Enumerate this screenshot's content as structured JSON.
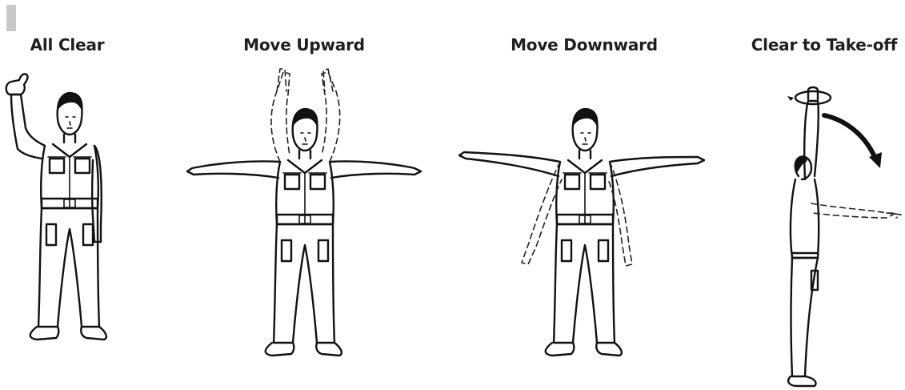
{
  "signals": [
    {
      "label": "All Clear"
    },
    {
      "label": "Move Upward"
    },
    {
      "label": "Move Downward"
    },
    {
      "label": "Clear to Take-off"
    }
  ]
}
